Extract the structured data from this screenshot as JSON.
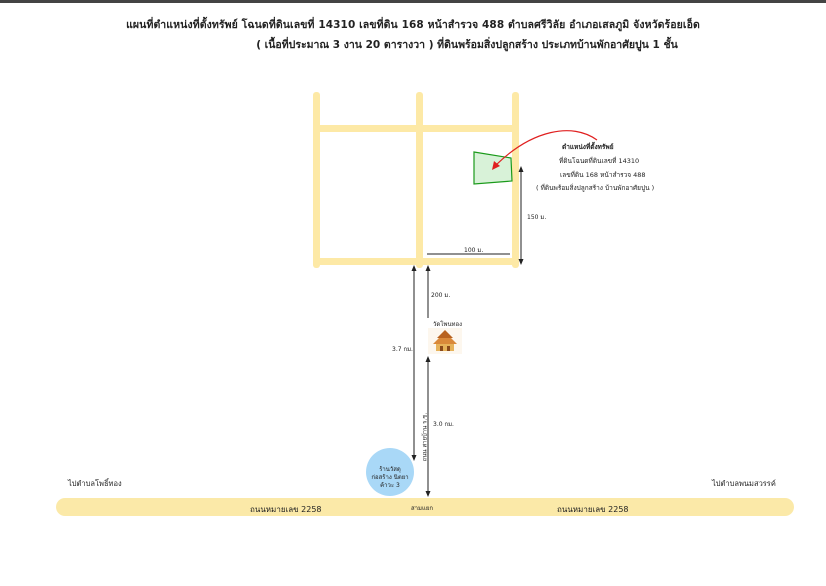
{
  "title_line1": "แผนที่ตำแหน่งที่ตั้งทรัพย์  โฉนดที่ดินเลขที่ 14310   เลขที่ดิน 168   หน้าสำรวจ 488   ตำบลศรีวิลัย   อำเภอเสลภูมิ  จังหวัดร้อยเอ็ด",
  "title_line2": "( เนื้อที่ประมาณ  3  งาน  20  ตารางวา )  ที่ดินพร้อมสิ่งปลูกสร้าง ประเภทบ้านพักอาศัยปูน 1 ชั้น",
  "property_note": {
    "line1": "ตำแหน่งที่ตั้งทรัพย์",
    "line2": "ที่ดินโฉนดที่ดินเลขที่ 14310",
    "line3": "เลขที่ดิน 168  หน้าสำรวจ 488",
    "line4": "( ที่ดินพร้อมสิ่งปลูกสร้าง บ้านพักอาศัยปูน )"
  },
  "distances": {
    "d100": "100 ม.",
    "d150": "150 ม.",
    "d200": "200 ม.",
    "d37": "3.7 กม.",
    "d30": "3.0 กม."
  },
  "landmarks": {
    "temple": "วัดโพนทอง",
    "temple_icon": "temple-icon",
    "shop": "ร้านวัสดุก่อสร้าง นิตยาค้าวะ 3",
    "vertical_road": "ถนน สายบ้าน ร.ช.",
    "junction": "สามแยก"
  },
  "roads": {
    "main_left": "ถนนหมายเลข 2258",
    "main_right": "ถนนหมายเลข 2258",
    "to_left": "ไปตำบลโพธิ์ทอง",
    "to_right": "ไปตำบลพนมสวรรค์"
  },
  "colors": {
    "road": "#fbe9a8",
    "soi": "#fde9a6",
    "parcel_fill": "#d8f2d8",
    "parcel_stroke": "#1a9a1a",
    "pointer": "#e02020",
    "shop_circle": "#a9d8f7"
  }
}
